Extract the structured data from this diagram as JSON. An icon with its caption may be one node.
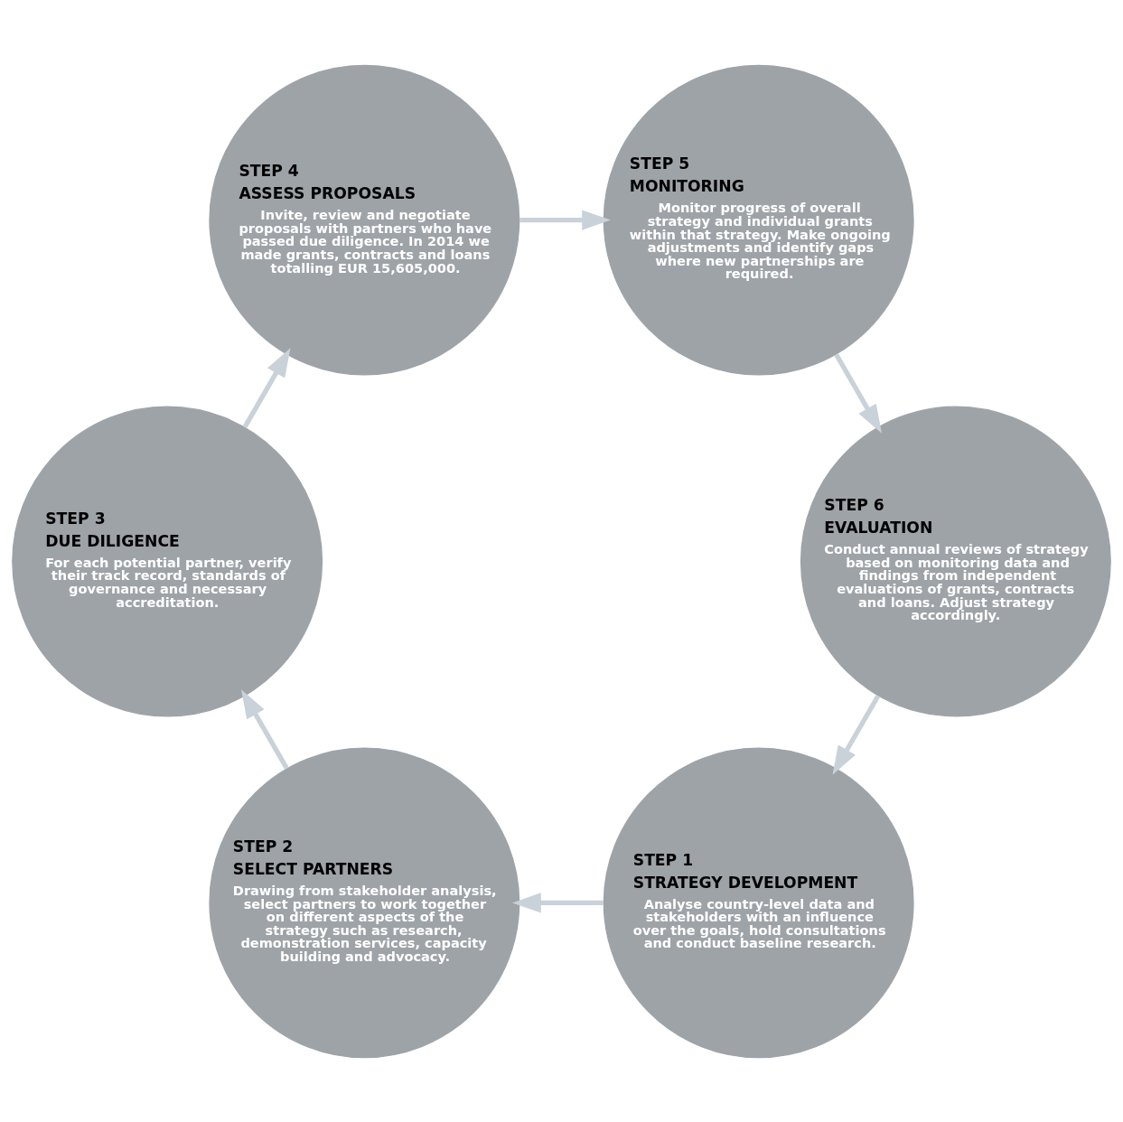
{
  "diagram": {
    "nodes": [
      {
        "text": [
          "STEP 1",
          "STRATEGY DEVELOPMENT",
          "Analyse country-level data and stakeholders with an influence over the goals, hold consultations and conduct baseline research."
        ]
      },
      {
        "text": [
          "STEP 2",
          "SELECT PARTNERS",
          "Drawing from stakeholder analysis, select partners to work together on different aspects of the strategy such as research, demonstration services, capacity building and advocacy."
        ]
      },
      {
        "text": [
          "STEP 3",
          "DUE DILIGENCE",
          "For each potential partner, verify their track record, standards of governance and necessary accreditation."
        ]
      },
      {
        "text": [
          "STEP 4",
          "ASSESS PROPOSALS",
          "Invite, review and negotiate proposals with partners who have passed due diligence. In 2014 we made grants, contracts and loans totalling EUR 15,605,000."
        ]
      },
      {
        "text": [
          "STEP 5",
          "MONITORING",
          "Monitor progress of overall strategy and individual grants within that strategy. Make ongoing adjustments and identify gaps where new partnerships are required."
        ]
      },
      {
        "text": [
          "STEP 6",
          "EVALUATION",
          "Conduct annual reviews of strategy based on monitoring data and findings from independent evaluations of grants, contracts and loans. Adjust strategy accordingly."
        ]
      }
    ],
    "edges": [
      {
        "from": 0,
        "to": 1,
        "arrow": "to"
      },
      {
        "from": 1,
        "to": 2,
        "arrow": "to"
      },
      {
        "from": 2,
        "to": 3,
        "arrow": "to"
      },
      {
        "from": 3,
        "to": 4,
        "arrow": "to"
      },
      {
        "from": 4,
        "to": 5,
        "arrow": "to"
      },
      {
        "from": 5,
        "to": 0,
        "arrow": "to"
      }
    ]
  }
}
